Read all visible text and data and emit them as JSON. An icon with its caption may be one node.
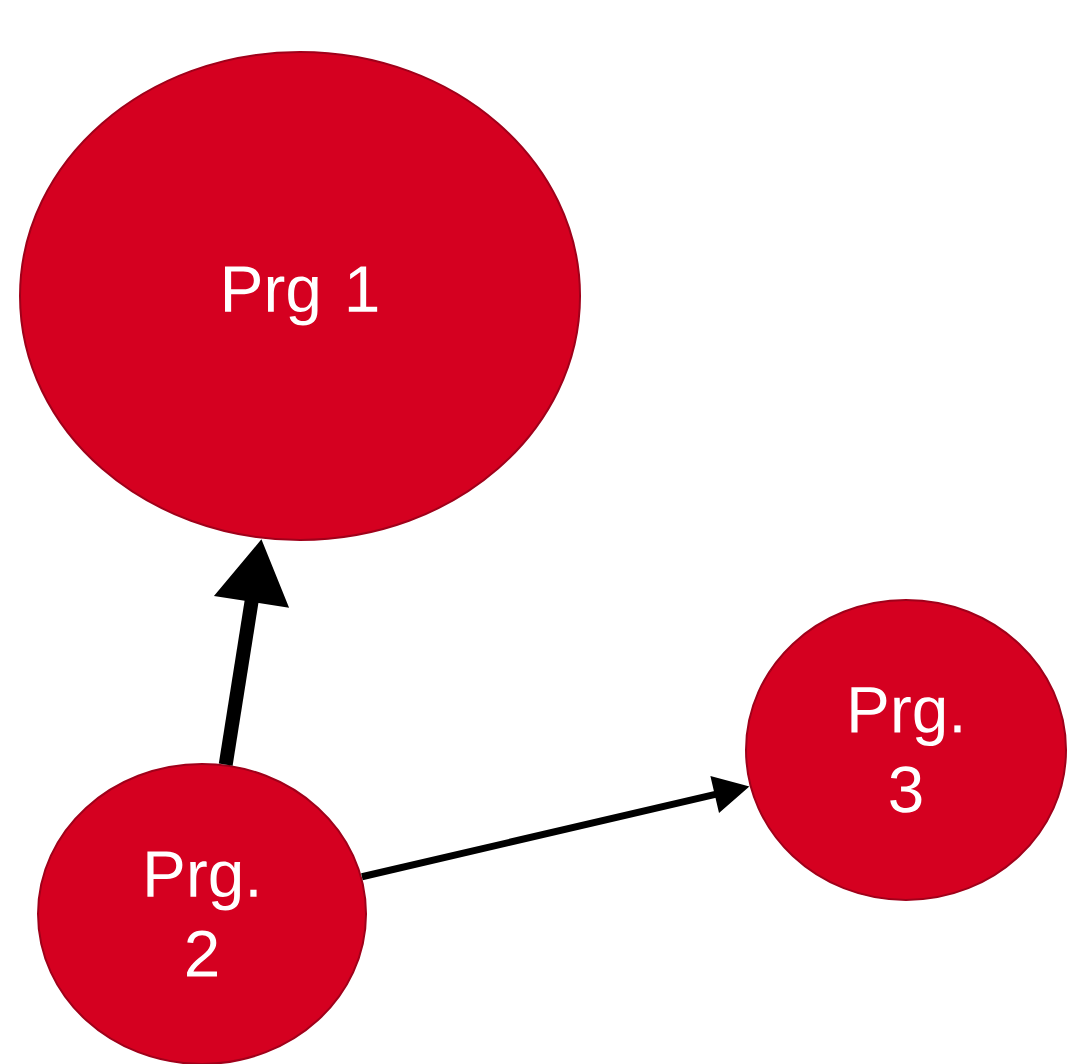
{
  "diagram": {
    "nodes": [
      {
        "text": [
          "Prg 1"
        ]
      },
      {
        "text": [
          "Prg. 2"
        ]
      },
      {
        "text": [
          "Prg. 3"
        ]
      }
    ],
    "edges": [
      {
        "from": 1,
        "to": 0,
        "arrow": "to",
        "style": "thick"
      },
      {
        "from": 1,
        "to": 2,
        "arrow": "to"
      }
    ]
  }
}
